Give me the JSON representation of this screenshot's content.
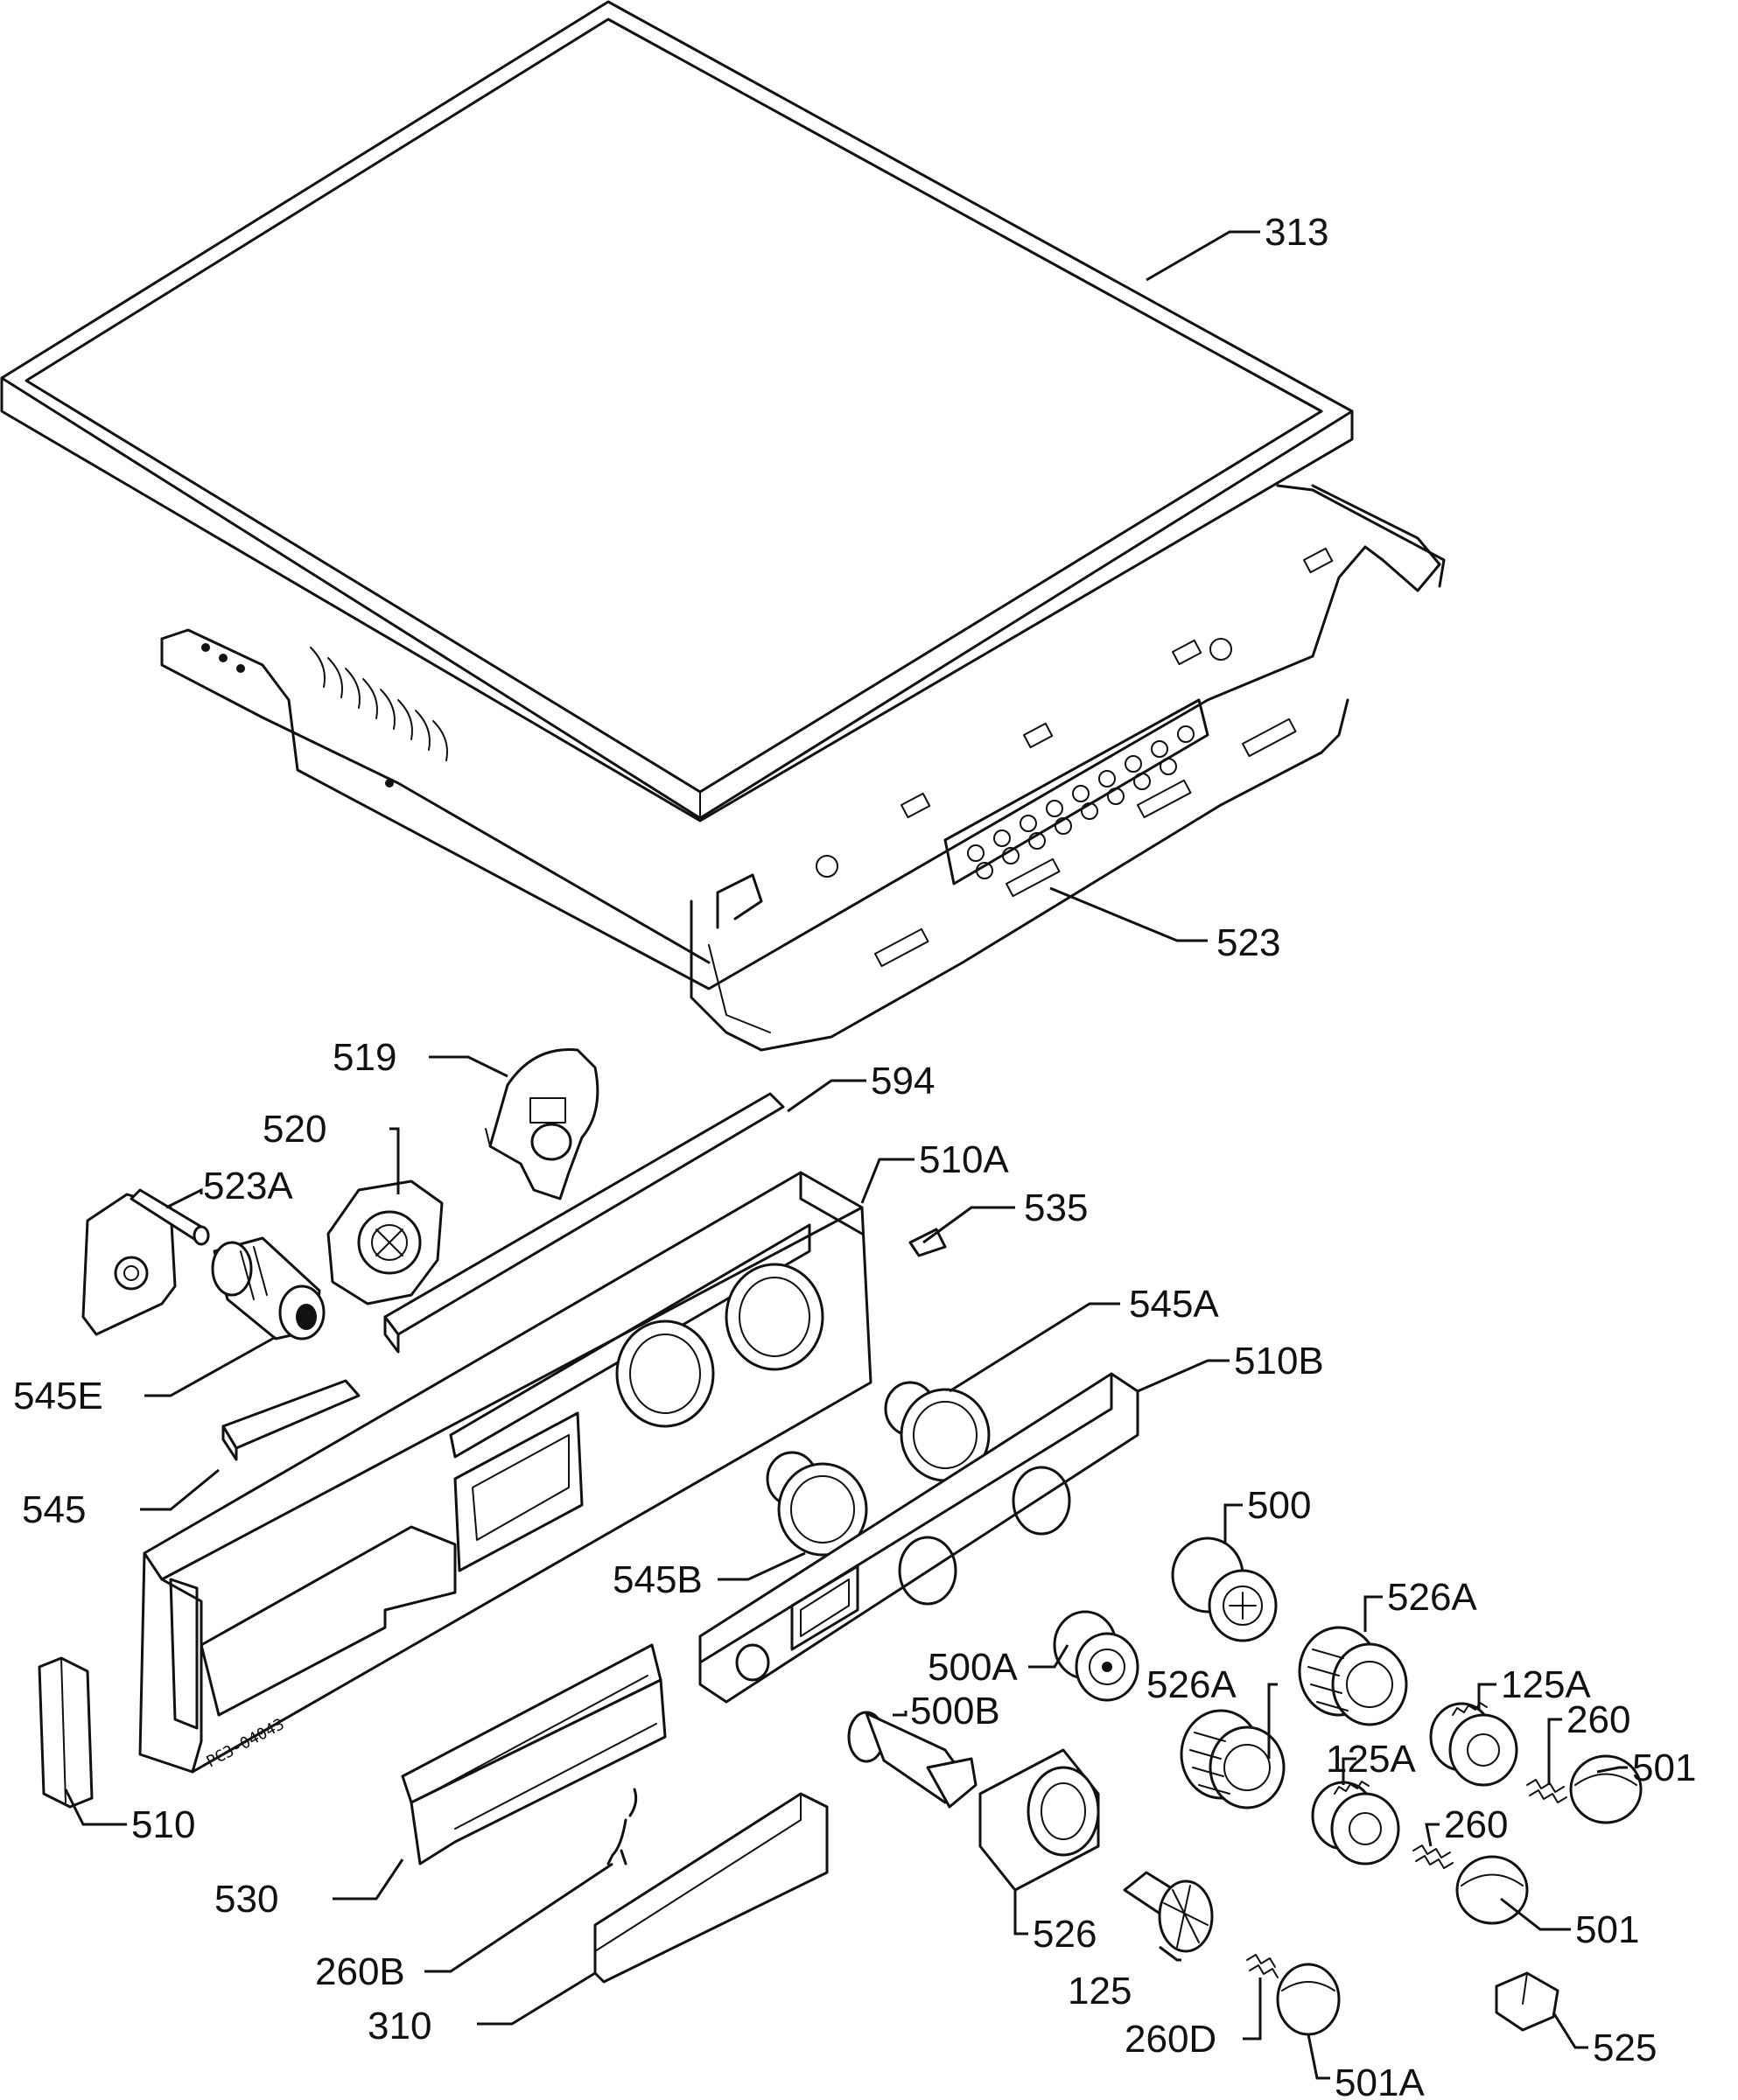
{
  "drawing_code": "PC3-04043",
  "callouts": [
    {
      "id": "c313",
      "text": "313"
    },
    {
      "id": "c523",
      "text": "523"
    },
    {
      "id": "c519",
      "text": "519"
    },
    {
      "id": "c594",
      "text": "594"
    },
    {
      "id": "c520",
      "text": "520"
    },
    {
      "id": "c510A",
      "text": "510A"
    },
    {
      "id": "c523A",
      "text": "523A"
    },
    {
      "id": "c535",
      "text": "535"
    },
    {
      "id": "c545A",
      "text": "545A"
    },
    {
      "id": "c510B",
      "text": "510B"
    },
    {
      "id": "c545E",
      "text": "545E"
    },
    {
      "id": "c545",
      "text": "545"
    },
    {
      "id": "c500",
      "text": "500"
    },
    {
      "id": "c545B",
      "text": "545B"
    },
    {
      "id": "c526A1",
      "text": "526A"
    },
    {
      "id": "c500A",
      "text": "500A"
    },
    {
      "id": "c526A2",
      "text": "526A"
    },
    {
      "id": "c125A1",
      "text": "125A"
    },
    {
      "id": "c500B",
      "text": "500B"
    },
    {
      "id": "c260a",
      "text": "260"
    },
    {
      "id": "c501a",
      "text": "501"
    },
    {
      "id": "c125A2",
      "text": "125A"
    },
    {
      "id": "c260b",
      "text": "260"
    },
    {
      "id": "c510",
      "text": "510"
    },
    {
      "id": "c530",
      "text": "530"
    },
    {
      "id": "c526",
      "text": "526"
    },
    {
      "id": "c501b",
      "text": "501"
    },
    {
      "id": "c260B",
      "text": "260B"
    },
    {
      "id": "c125",
      "text": "125"
    },
    {
      "id": "c310",
      "text": "310"
    },
    {
      "id": "c260D",
      "text": "260D"
    },
    {
      "id": "c525",
      "text": "525"
    },
    {
      "id": "c501A",
      "text": "501A"
    }
  ]
}
